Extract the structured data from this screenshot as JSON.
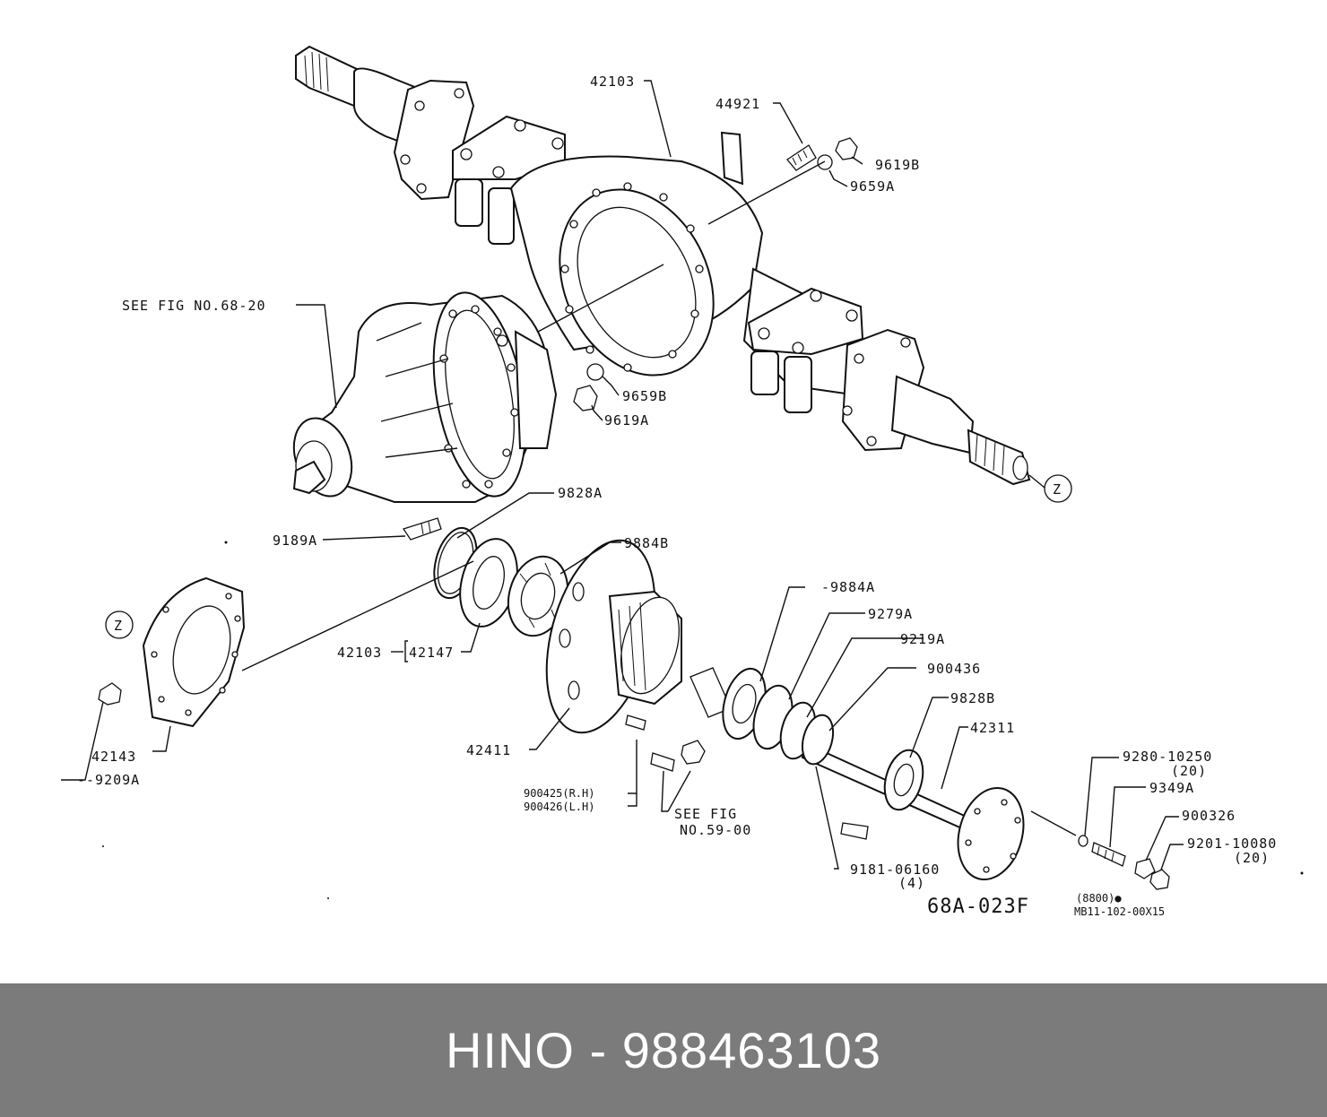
{
  "diagram": {
    "labels": {
      "p42103_top": "42103",
      "p44921": "44921",
      "p9619B": "9619B",
      "p9659A": "9659A",
      "see_fig_68_20": "SEE FIG NO.68-20",
      "p9659B": "9659B",
      "p9619A": "9619A",
      "z_right": "Z",
      "z_left": "Z",
      "p9828A": "9828A",
      "p9189A": "9189A",
      "p9884B": "9884B",
      "p42103_mid": "42103",
      "p42147": "42147",
      "p42143": "42143",
      "p9209A": "--9209A",
      "p42411": "42411",
      "p9884A": "-9884A",
      "p9279A": "9279A",
      "p9219A": "9219A",
      "p900436": "900436",
      "p9828B": "9828B",
      "p42311": "42311",
      "p900425": "900425(R.H)",
      "p900426": "900426(L.H)",
      "see_fig_59_00_a": "SEE FIG",
      "see_fig_59_00_b": "NO.59-00",
      "p9181": "9181-06160",
      "p9181_qty": "(4)",
      "p9280": "9280-10250",
      "p9280_qty": "(20)",
      "p9349A": "9349A",
      "p900326": "900326",
      "p9201": "9201-10080",
      "p9201_qty": "(20)",
      "fig_code": "68A-023F",
      "note_line1": "(8800)●",
      "note_line2": "MB11-102-00X15"
    }
  },
  "footer": {
    "text": "HINO - 988463103"
  },
  "colors": {
    "footer_bg": "#7b7b7b",
    "footer_text": "#ffffff",
    "ink": "#111111"
  }
}
